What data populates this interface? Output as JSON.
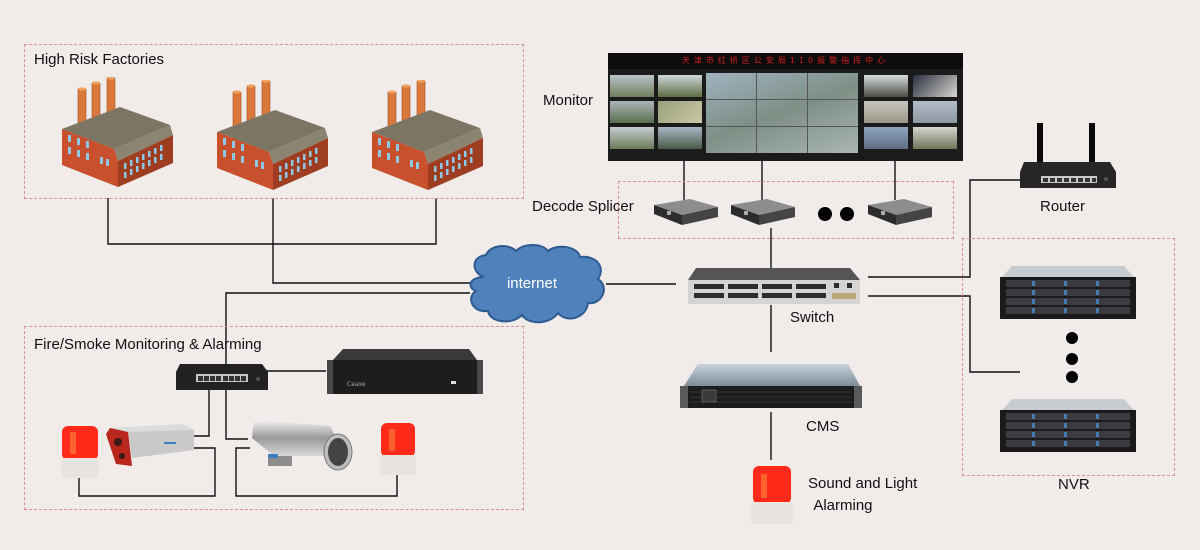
{
  "groups": {
    "factories": {
      "label": "High Risk Factories",
      "count": 3
    },
    "fire_smoke": {
      "label": "Fire/Smoke Monitoring & Alarming"
    },
    "decode": {
      "label": "Decode Splicer"
    },
    "nvr": {
      "label": "NVR"
    }
  },
  "nodes": {
    "monitor": {
      "label": "Monitor",
      "banner_text": "天津市红桥区公安局110报警指挥中心"
    },
    "internet": {
      "label": "internet"
    },
    "switch": {
      "label": "Switch"
    },
    "router": {
      "label": "Router"
    },
    "cms": {
      "label": "CMS"
    },
    "alarm": {
      "label_line1": "Sound and Light",
      "label_line2": " Alarming"
    }
  },
  "colors": {
    "background": "#f1ebea",
    "group_border": "#d98f98",
    "cloud_fill": "#4f81bd",
    "cloud_stroke": "#2e5b8f",
    "wire": "#111111",
    "brick": "#c8502c",
    "chimney": "#d9783a",
    "roof": "#7d7563",
    "beacon": "#ff2a1a"
  },
  "ellipsis": {
    "splicers": "● ●",
    "nvr": "•••"
  }
}
